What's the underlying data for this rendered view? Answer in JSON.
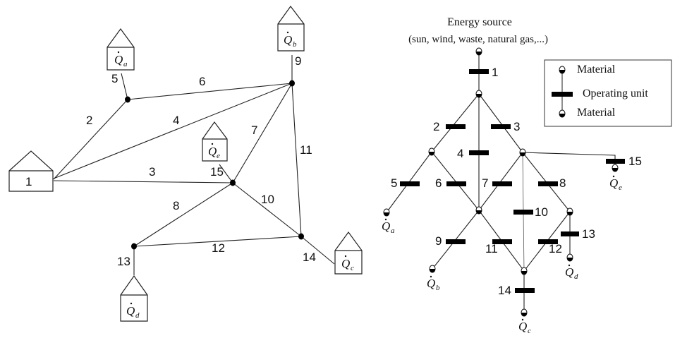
{
  "left_graph": {
    "nodes": {
      "n1": "1",
      "qa": {
        "main": "Q",
        "sub": "a"
      },
      "qb": {
        "main": "Q",
        "sub": "b"
      },
      "qc": {
        "main": "Q",
        "sub": "c"
      },
      "qd": {
        "main": "Q",
        "sub": "d"
      },
      "qe": {
        "main": "Q",
        "sub": "e"
      }
    },
    "edge_labels": [
      "2",
      "3",
      "4",
      "5",
      "6",
      "7",
      "8",
      "9",
      "10",
      "11",
      "12",
      "13",
      "14",
      "15"
    ]
  },
  "right_graph": {
    "source_title": "Energy source",
    "source_subtitle": "(sun, wind, waste, natural gas,...)",
    "unit_labels": [
      "1",
      "2",
      "3",
      "4",
      "5",
      "6",
      "7",
      "8",
      "9",
      "10",
      "11",
      "12",
      "13",
      "14",
      "15"
    ],
    "outputs": {
      "qa": {
        "main": "Q",
        "sub": "a"
      },
      "qb": {
        "main": "Q",
        "sub": "b"
      },
      "qc": {
        "main": "Q",
        "sub": "c"
      },
      "qd": {
        "main": "Q",
        "sub": "d"
      },
      "qe": {
        "main": "Q",
        "sub": "e"
      }
    }
  },
  "legend": {
    "material_top": "Material",
    "operating_unit": "Operating unit",
    "material_bottom": "Material"
  }
}
